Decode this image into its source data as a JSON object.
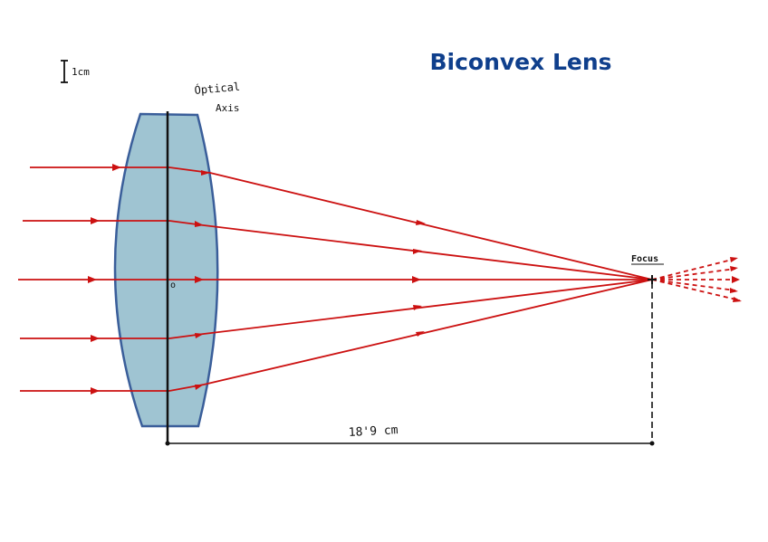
{
  "title": "Biconvex Lens",
  "scale_label": "1cm",
  "optical_axis_label_line1": "Óptical",
  "optical_axis_label_line2": "Axis",
  "origin_label": "o",
  "focus_label": "Focus",
  "distance_label": "18'9 cm",
  "colors": {
    "title": "#0f3f8c",
    "lens_fill": "#9fc4d2",
    "lens_stroke": "#3a5e9a",
    "ray": "#cc1111",
    "ink": "#111111"
  }
}
